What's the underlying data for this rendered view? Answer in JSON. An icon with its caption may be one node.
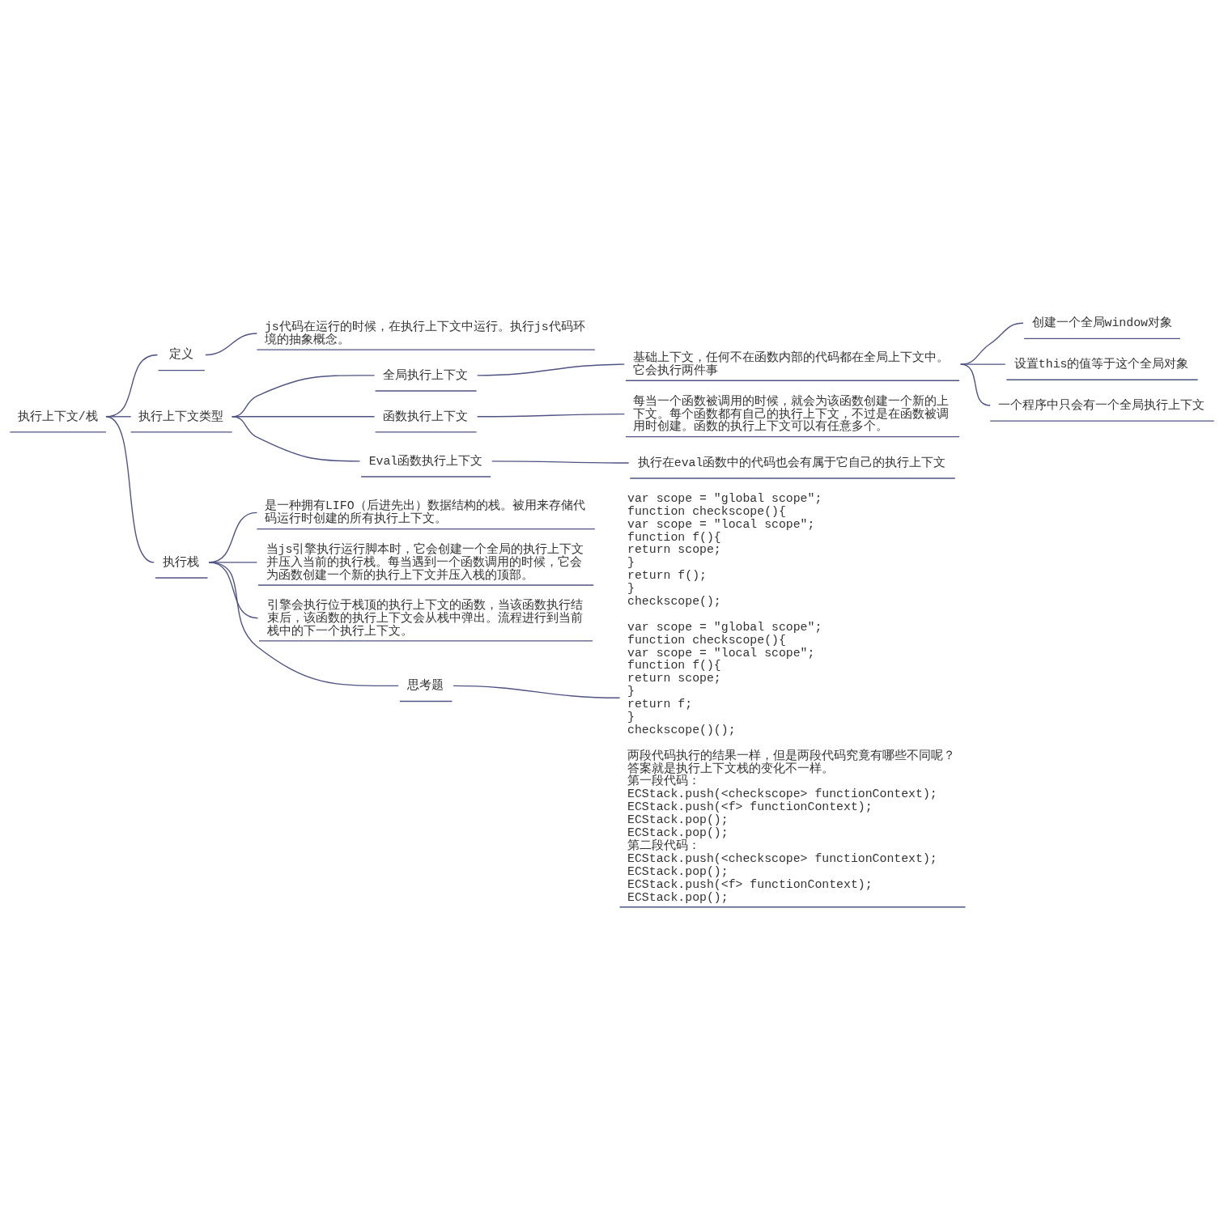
{
  "diagram": {
    "nodes": [
      {
        "text": [
          "执行上下文/栈"
        ]
      },
      {
        "text": [
          "定义"
        ]
      },
      {
        "text": [
          "js代码在运行的时候，在执行上下文中运行。执行js代码环境的抽象概念。"
        ]
      },
      {
        "text": [
          "执行上下文类型"
        ]
      },
      {
        "text": [
          "全局执行上下文"
        ]
      },
      {
        "text": [
          "基础上下文，任何不在函数内部的代码都在全局上下文中。它会执行两件事"
        ]
      },
      {
        "text": [
          "创建一个全局window对象"
        ]
      },
      {
        "text": [
          "设置this的值等于这个全局对象"
        ]
      },
      {
        "text": [
          "一个程序中只会有一个全局执行上下文"
        ]
      },
      {
        "text": [
          "函数执行上下文"
        ]
      },
      {
        "text": [
          "每当一个函数被调用的时候，就会为该函数创建一个新的上下文。每个函数都有自己的执行上下文，不过是在函数被调用时创建。函数的执行上下文可以有任意多个。"
        ]
      },
      {
        "text": [
          "Eval函数执行上下文"
        ]
      },
      {
        "text": [
          "执行在eval函数中的代码也会有属于它自己的执行上下文"
        ]
      },
      {
        "text": [
          "执行栈"
        ]
      },
      {
        "text": [
          "是一种拥有LIFO（后进先出）数据结构的栈。被用来存储代码运行时创建的所有执行上下文。"
        ]
      },
      {
        "text": [
          "当js引擎执行运行脚本时，它会创建一个全局的执行上下文并压入当前的执行栈。每当遇到一个函数调用的时候，它会为函数创建一个新的执行上下文并压入栈的顶部。"
        ]
      },
      {
        "text": [
          "引擎会执行位于栈顶的执行上下文的函数，当该函数执行结束后，该函数的执行上下文会从栈中弹出。流程进行到当前栈中的下一个执行上下文。"
        ]
      },
      {
        "text": [
          "思考题"
        ]
      },
      {
        "text": [
          "var scope = \"global scope\";",
          "function checkscope(){",
          "var scope = \"local scope\";",
          "function f(){",
          "return scope;",
          "}",
          "return f();",
          "}",
          "checkscope();",
          "var scope = \"global scope\";",
          "function checkscope(){",
          "var scope = \"local scope\";",
          "function f(){",
          "return scope;",
          "}",
          "return f;",
          "}",
          "checkscope()();",
          "两段代码执行的结果一样，但是两段代码究竟有哪些不同呢？",
          "答案就是执行上下文栈的变化不一样。",
          "第一段代码：",
          "ECStack.push(<checkscope> functionContext);",
          "ECStack.push(<f> functionContext);",
          "ECStack.pop();",
          "ECStack.pop();",
          "第二段代码：",
          "ECStack.push(<checkscope> functionContext);",
          "ECStack.pop();",
          "ECStack.push(<f> functionContext);",
          "ECStack.pop();"
        ]
      }
    ],
    "edges": [
      {
        "from": 0,
        "to": 1,
        "arrow": "none"
      },
      {
        "from": 1,
        "to": 2,
        "arrow": "none"
      },
      {
        "from": 0,
        "to": 3,
        "arrow": "none"
      },
      {
        "from": 3,
        "to": 4,
        "arrow": "none"
      },
      {
        "from": 4,
        "to": 5,
        "arrow": "none"
      },
      {
        "from": 5,
        "to": 6,
        "arrow": "none"
      },
      {
        "from": 5,
        "to": 7,
        "arrow": "none"
      },
      {
        "from": 5,
        "to": 8,
        "arrow": "none"
      },
      {
        "from": 3,
        "to": 9,
        "arrow": "none"
      },
      {
        "from": 9,
        "to": 10,
        "arrow": "none"
      },
      {
        "from": 3,
        "to": 11,
        "arrow": "none"
      },
      {
        "from": 11,
        "to": 12,
        "arrow": "none"
      },
      {
        "from": 0,
        "to": 13,
        "arrow": "none"
      },
      {
        "from": 13,
        "to": 14,
        "arrow": "none"
      },
      {
        "from": 13,
        "to": 15,
        "arrow": "none"
      },
      {
        "from": 13,
        "to": 16,
        "arrow": "none"
      },
      {
        "from": 13,
        "to": 17,
        "arrow": "none"
      },
      {
        "from": 17,
        "to": 18,
        "arrow": "none"
      }
    ]
  }
}
